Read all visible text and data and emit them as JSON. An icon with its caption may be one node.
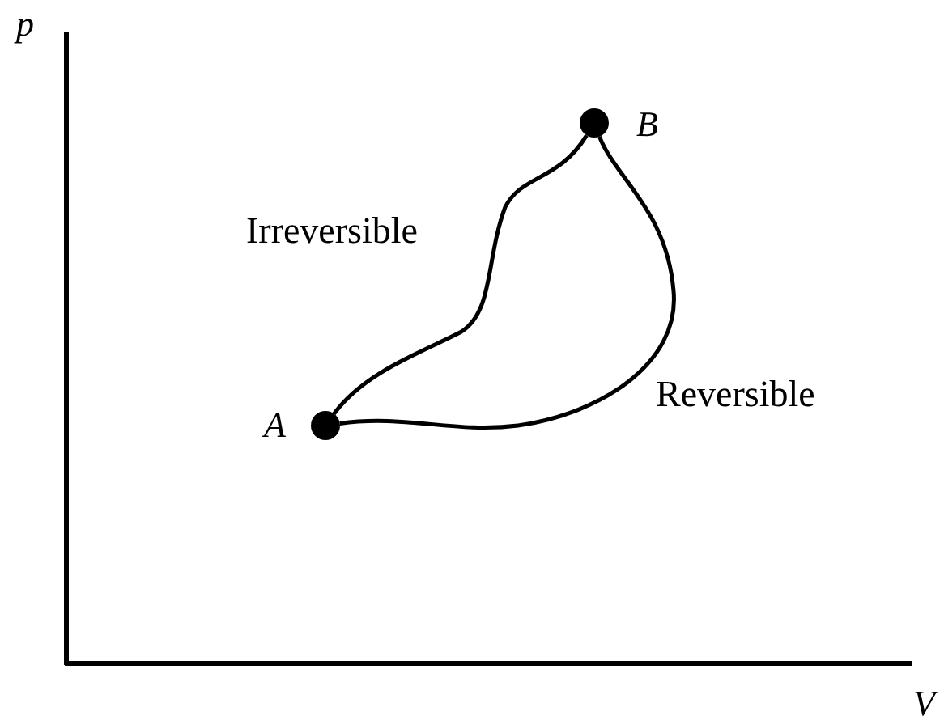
{
  "diagram": {
    "nodes": [
      {
        "text": [],
        "shape": "circle",
        "beside": [
          "A"
        ]
      },
      {
        "text": [],
        "shape": "circle",
        "beside": [
          "B"
        ]
      }
    ],
    "edges": [
      {
        "from": 0,
        "to": 1,
        "arrow": "none",
        "label": "Irreversible"
      },
      {
        "from": 0,
        "to": 1,
        "arrow": "none",
        "label": "Reversible"
      }
    ],
    "labels": [
      "p",
      "V"
    ]
  }
}
